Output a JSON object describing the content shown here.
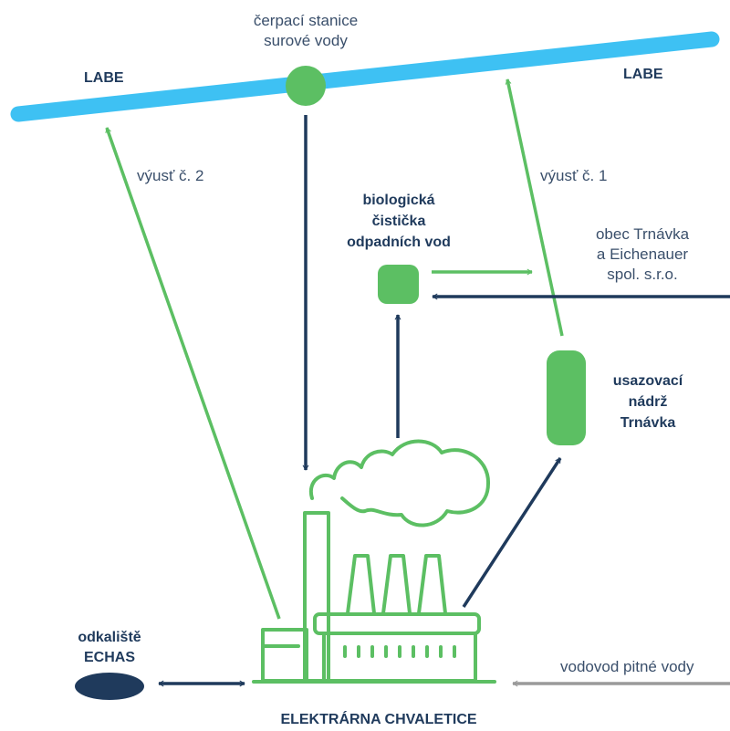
{
  "colors": {
    "river": "#3ec1f3",
    "green": "#5cbf63",
    "navy": "#1f3a5c",
    "gray": "#9a9a9a",
    "text": "#3a4f6b"
  },
  "labels": {
    "river_left": "LABE",
    "river_right": "LABE",
    "pump_station": [
      "čerpací stanice",
      "surové vody"
    ],
    "outlet_2": "výusť č. 2",
    "outlet_1": "výusť č. 1",
    "bio_plant": [
      "biologická",
      "čistička",
      "odpadních vod"
    ],
    "municipality": [
      "obec Trnávka",
      "a Eichenauer",
      "spol. s.r.o."
    ],
    "settling_tank": [
      "usazovací",
      "nádrž",
      "Trnávka"
    ],
    "sludge_pond": [
      "odkaliště",
      "ECHAS"
    ],
    "drinking_water": "vodovod pitné vody",
    "power_plant": "ELEKTRÁRNA CHVALETICE"
  }
}
